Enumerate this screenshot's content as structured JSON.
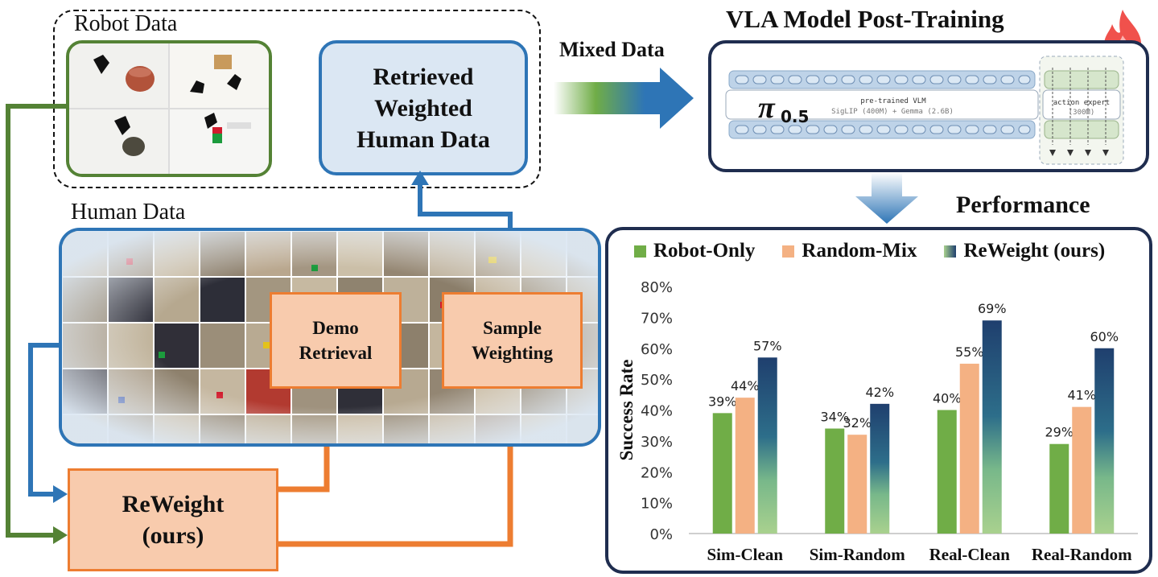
{
  "robot_data": {
    "title": "Robot Data"
  },
  "retrieved": {
    "line1": "Retrieved",
    "line2": "Weighted",
    "line3": "Human Data"
  },
  "mixed_label": "Mixed Data",
  "vla": {
    "title": "VLA Model Post-Training",
    "pi_symbol": "π",
    "pi_sub": "0.5",
    "vlm_label": "pre-trained VLM",
    "vlm_sub": "SigLIP (400M) + Gemma (2.6B)",
    "expert_label": "action expert",
    "expert_sub": "(300M)"
  },
  "human_data": {
    "title": "Human Data"
  },
  "demo_retrieval": {
    "line1": "Demo",
    "line2": "Retrieval"
  },
  "sample_weighting": {
    "line1": "Sample",
    "line2": "Weighting"
  },
  "reweight": {
    "line1": "ReWeight",
    "line2": "(ours)"
  },
  "performance": {
    "title": "Performance"
  },
  "colors": {
    "green": "#70ad47",
    "orange": "#f4b183",
    "navy": "#1f3f6e",
    "light_green": "#a9d18e",
    "blue": "#2e75b6",
    "arrow_orange": "#ed7d31",
    "arrow_green": "#548235"
  },
  "chart_data": {
    "type": "bar",
    "ylabel": "Success Rate",
    "ylim": [
      0,
      80
    ],
    "yticks": [
      "0%",
      "10%",
      "20%",
      "30%",
      "40%",
      "50%",
      "60%",
      "70%",
      "80%"
    ],
    "categories": [
      "Sim-Clean",
      "Sim-Random",
      "Real-Clean",
      "Real-Random"
    ],
    "series": [
      {
        "name": "Robot-Only",
        "values": [
          39,
          34,
          40,
          29
        ],
        "labels": [
          "39%",
          "34%",
          "40%",
          "29%"
        ]
      },
      {
        "name": "Random-Mix",
        "values": [
          44,
          32,
          55,
          41
        ],
        "labels": [
          "44%",
          "32%",
          "55%",
          "41%"
        ]
      },
      {
        "name": "ReWeight (ours)",
        "values": [
          57,
          42,
          69,
          60
        ],
        "labels": [
          "57%",
          "42%",
          "69%",
          "60%"
        ]
      }
    ],
    "grid": false,
    "legend": "top"
  }
}
